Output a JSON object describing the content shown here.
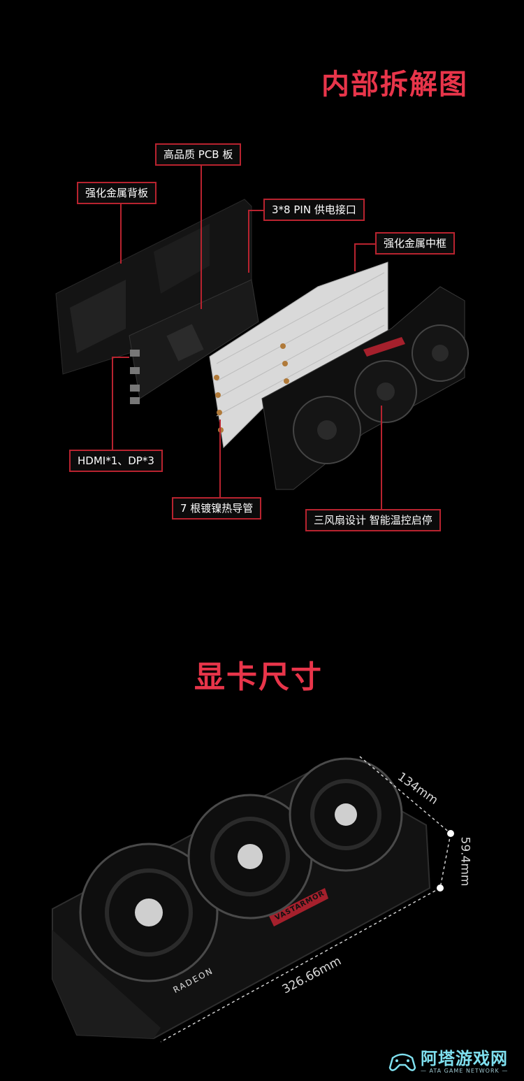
{
  "section_exploded": {
    "title": "内部拆解图",
    "callouts": {
      "pcb": "高品质 PCB 板",
      "backplate": "强化金属背板",
      "power": "3*8 PIN 供电接口",
      "midframe": "强化金属中框",
      "ports": "HDMI*1、DP*3",
      "heatpipes": "7 根镀镍热导管",
      "fans": "三风扇设计 智能温控启停"
    }
  },
  "section_size": {
    "title": "显卡尺寸",
    "dimensions": {
      "length": "326.66mm",
      "height": "134mm",
      "thickness": "59.4mm"
    }
  },
  "card_brand": {
    "radeon": "RADEON",
    "vastarmor": "VASTARMOR"
  },
  "watermark": {
    "main": "阿塔游戏网",
    "sub": "— ATA GAME NETWORK —"
  }
}
